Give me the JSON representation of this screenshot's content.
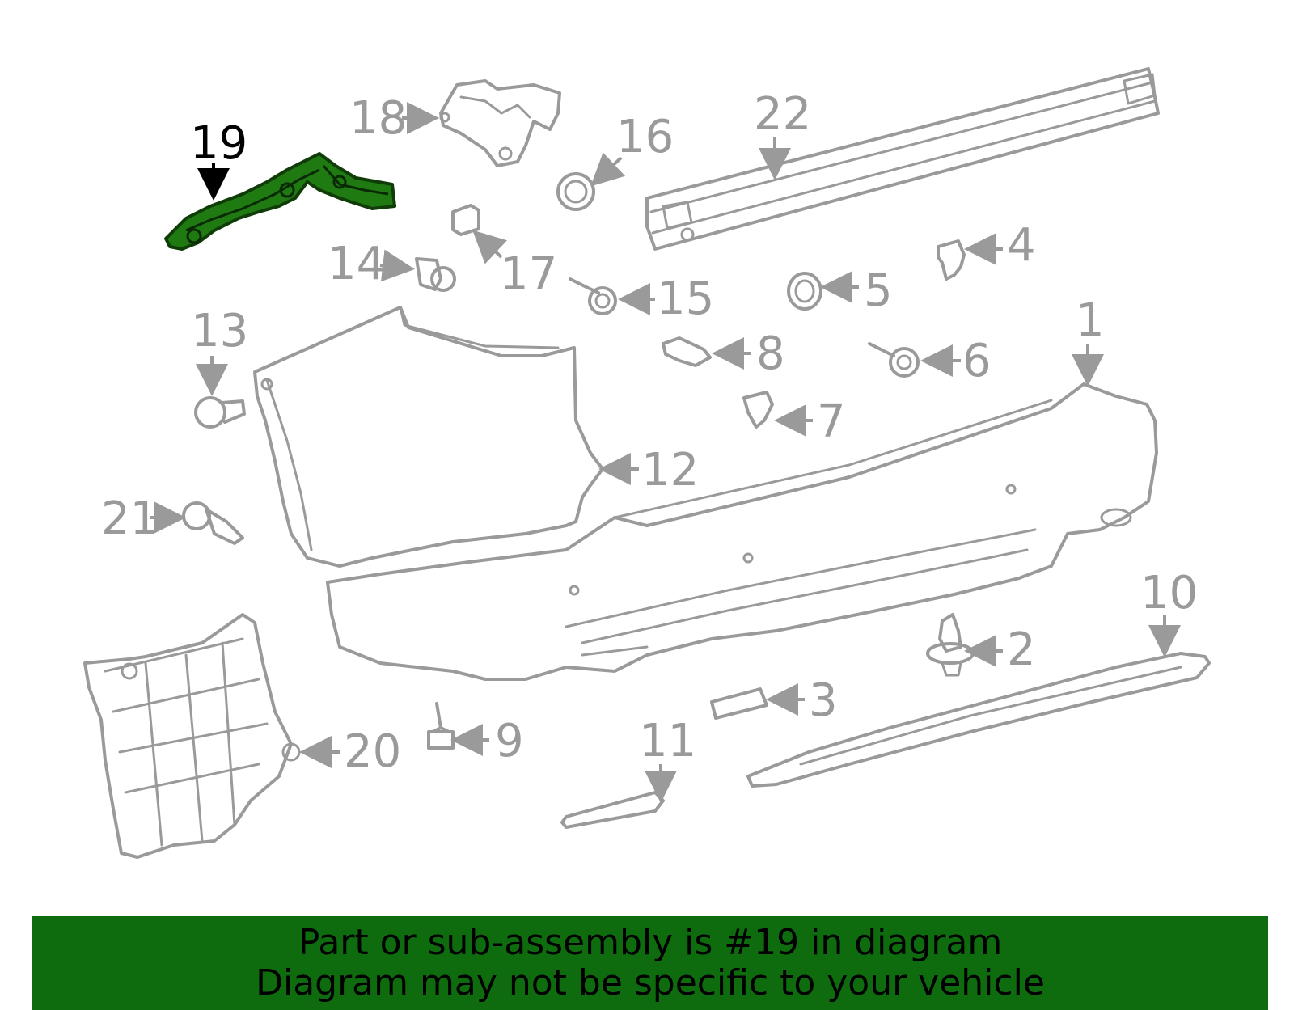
{
  "diagram": {
    "labels": {
      "l1": "1",
      "l2": "2",
      "l3": "3",
      "l4": "4",
      "l5": "5",
      "l6": "6",
      "l7": "7",
      "l8": "8",
      "l9": "9",
      "l10": "10",
      "l11": "11",
      "l12": "12",
      "l13": "13",
      "l14": "14",
      "l15": "15",
      "l16": "16",
      "l17": "17",
      "l18": "18",
      "l19": "19",
      "l20": "20",
      "l21": "21",
      "l22": "22"
    },
    "highlighted_part": "19",
    "colors": {
      "highlight": "#1f7a12",
      "lines": "#9a9a9a",
      "banner": "#0e6b0e"
    }
  },
  "banner": {
    "line1": "Part or sub-assembly is #19 in diagram",
    "line2": "Diagram may not be specific to your vehicle"
  }
}
